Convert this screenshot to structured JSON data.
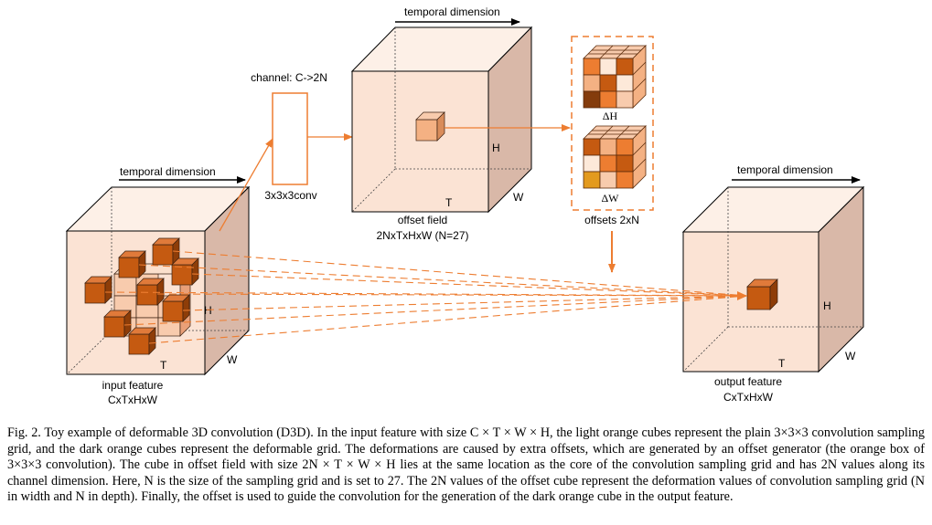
{
  "figure": {
    "input_feature": {
      "top_label": "temporal dimension",
      "name": "input feature",
      "size": "CxTxHxW",
      "axis_h": "H",
      "axis_w": "W",
      "axis_t": "T"
    },
    "conv": {
      "channel_label": "channel: C->2N",
      "name": "3x3x3conv"
    },
    "offset_field": {
      "top_label": "temporal dimension",
      "name": "offset field",
      "size": "2NxTxHxW  (N=27)",
      "axis_h": "H",
      "axis_w": "W",
      "axis_t": "T"
    },
    "offsets": {
      "delta_h": "ΔH",
      "delta_w": "ΔW",
      "name": "offsets 2xN"
    },
    "output_feature": {
      "top_label": "temporal dimension",
      "name": "output feature",
      "size": "CxTxHxW",
      "axis_h": "H",
      "axis_w": "W",
      "axis_t": "T"
    },
    "colors": {
      "box_face": "#fbe3d4",
      "box_side": "#d9b8a8",
      "box_top": "#fdf0e7",
      "accent": "#ed7d31",
      "dark_cube": "#c55a11",
      "light_cube": "#f4b183"
    }
  },
  "caption": "Fig. 2.  Toy example of deformable 3D convolution (D3D). In the input feature with size C × T × W × H, the light orange cubes represent the plain 3×3×3 convolution sampling grid, and the dark orange cubes represent the deformable grid. The deformations are caused by extra offsets, which are generated by an offset generator (the orange box of 3×3×3 convolution). The cube in offset field with size 2N × T × W × H lies at the same location as the core of the convolution sampling grid and has 2N values along its channel dimension. Here, N is the size of the sampling grid and is set to 27. The 2N values of the offset cube represent the deformation values of convolution sampling grid (N in width and N in depth). Finally, the offset is used to guide the convolution for the generation of the dark orange cube in the output feature."
}
